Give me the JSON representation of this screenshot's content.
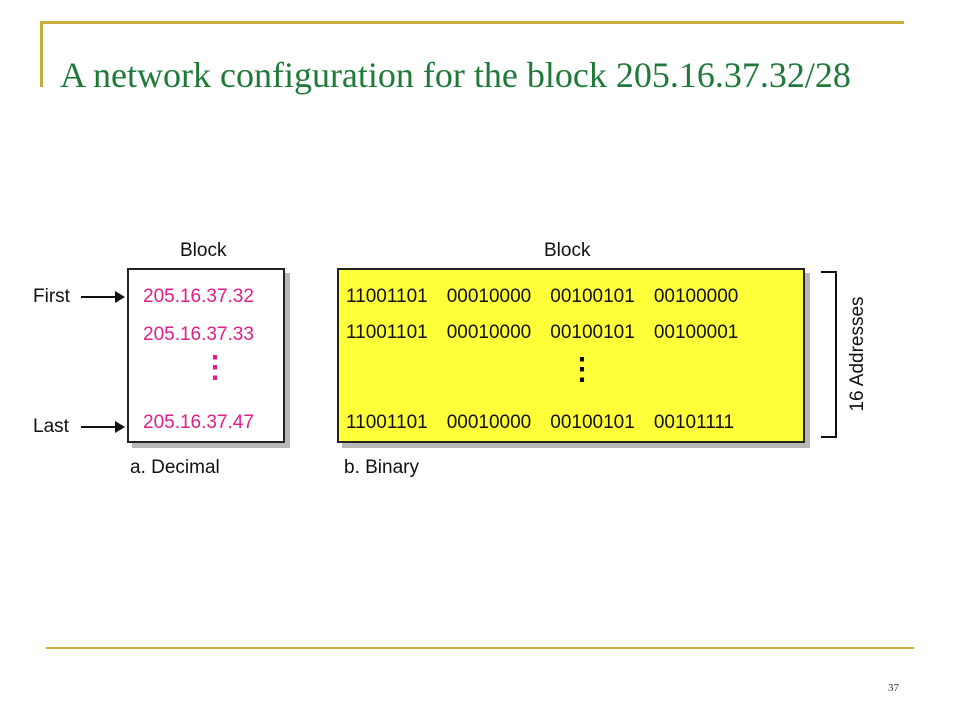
{
  "slide": {
    "title": "A network configuration for the block 205.16.37.32/28",
    "page_number": "37"
  },
  "diagram": {
    "decimal_panel": {
      "header": "Block",
      "caption": "a. Decimal",
      "first_label": "First",
      "last_label": "Last",
      "addresses": [
        "205.16.37.32",
        "205.16.37.33",
        "205.16.37.47"
      ],
      "ellipsis": "⋮"
    },
    "binary_panel": {
      "header": "Block",
      "caption": "b. Binary",
      "rows": [
        [
          "11001101",
          "00010000",
          "00100101",
          "00100000"
        ],
        [
          "11001101",
          "00010000",
          "00100101",
          "00100001"
        ],
        [
          "11001101",
          "00010000",
          "00100101",
          "00101111"
        ]
      ],
      "ellipsis": "⋮"
    },
    "bracket_label": "16 Addresses",
    "colors": {
      "accent_frame": "#c8ac3c",
      "title_green": "#1f7a3a",
      "decimal_magenta": "#e01d8a",
      "binary_fill": "#ffff3a"
    }
  }
}
